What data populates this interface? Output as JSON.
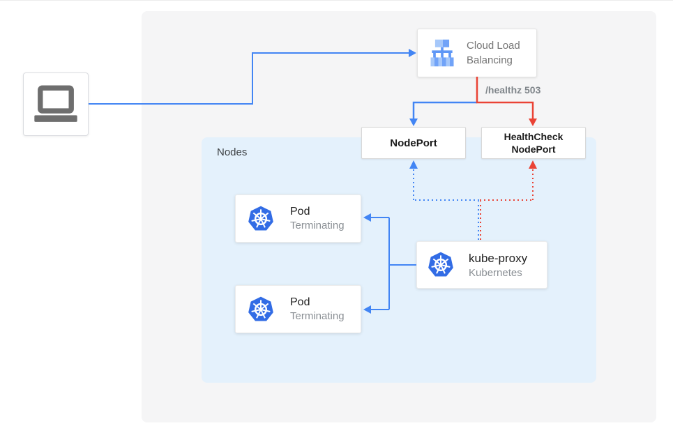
{
  "nodes_group": {
    "label": "Nodes"
  },
  "load_balancer": {
    "line1": "Cloud Load",
    "line2": "Balancing"
  },
  "labels": {
    "healthz": "/healthz 503"
  },
  "node_port": {
    "label": "NodePort"
  },
  "health_check_node_port": {
    "line1": "HealthCheck",
    "line2": "NodePort"
  },
  "pods": [
    {
      "title": "Pod",
      "subtitle": "Terminating"
    },
    {
      "title": "Pod",
      "subtitle": "Terminating"
    }
  ],
  "kube_proxy": {
    "title": "kube-proxy",
    "subtitle": "Kubernetes"
  },
  "colors": {
    "traffic_blue": "#4285f4",
    "health_red": "#ea4335",
    "nodes_bg": "#e4f1fc",
    "panel_bg": "#f5f5f6",
    "kubernetes_blue": "#326ce5",
    "title_text": "#212121",
    "subtitle_text": "#8a8f94"
  }
}
